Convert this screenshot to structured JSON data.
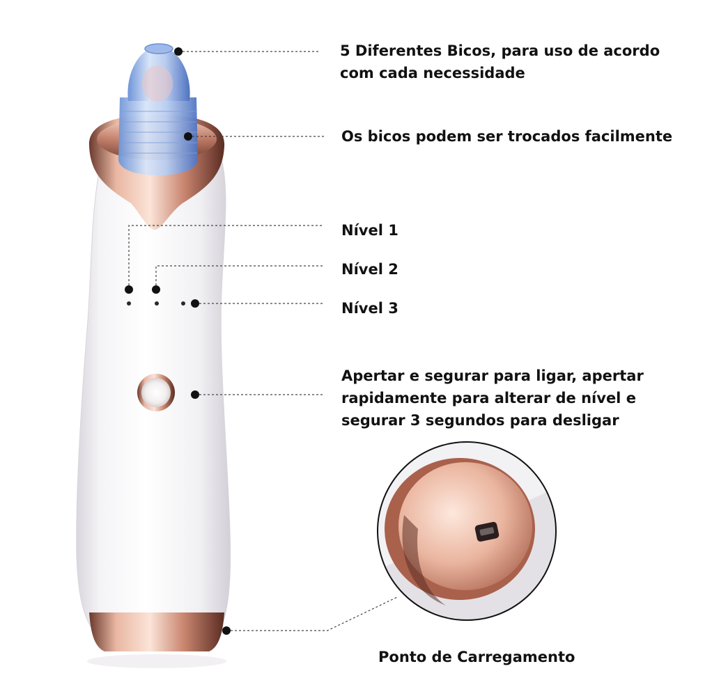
{
  "callouts": [
    {
      "id": "nozzles",
      "text": "5 Diferentes Bicos, para uso de acordo com cada necessidade"
    },
    {
      "id": "swap",
      "text": "Os bicos podem ser trocados facilmente"
    },
    {
      "id": "level1",
      "text": "Nível 1"
    },
    {
      "id": "level2",
      "text": "Nível 2"
    },
    {
      "id": "level3",
      "text": "Nível 3"
    },
    {
      "id": "button",
      "text": "Apertar e segurar para ligar, apertar rapidamente para alterar de nível e segurar 3 segundos para desligar"
    }
  ],
  "charging": {
    "caption": "Ponto de Carregamento"
  },
  "colors": {
    "body": "#f7f6f8",
    "rose_gold": "#d9a48f",
    "nozzle_blue": "#8fb4e8",
    "leader": "#444444",
    "dot": "#111111"
  },
  "icons": {
    "power_button": "power-button-icon",
    "usb_port": "micro-usb-port-icon"
  }
}
